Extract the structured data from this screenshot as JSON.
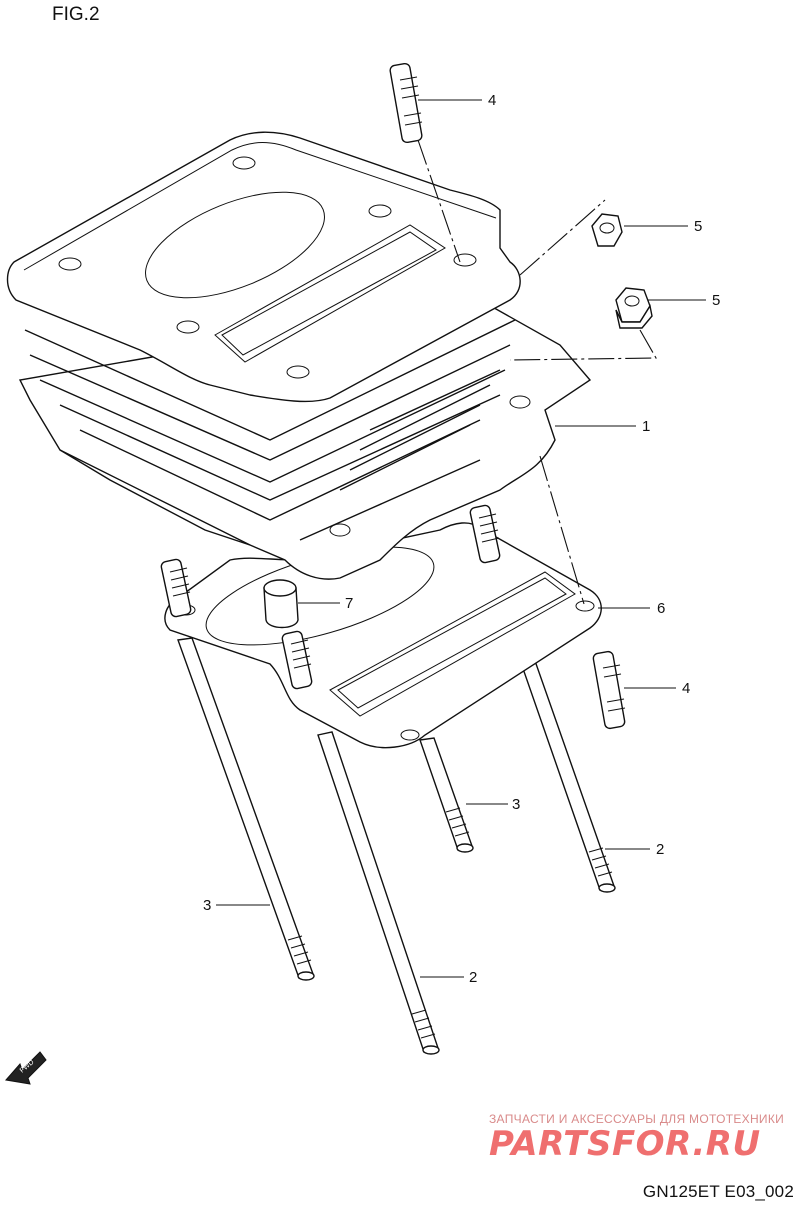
{
  "figure_title": "FIG.2",
  "footer_code": "GN125ET E03_002",
  "watermark": {
    "subtitle": "ЗАПЧАСТИ И АКСЕССУАРЫ ДЛЯ МОТОТЕХНИКИ",
    "logo": "PARTSFOR.RU"
  },
  "fwd_arrow_label": "FWD",
  "callouts": {
    "stud_top": "4",
    "nut_upper": "5",
    "nut_lower": "5",
    "cylinder": "1",
    "gasket": "6",
    "dowel": "7",
    "stud_right": "4",
    "bolt_center": "3",
    "bolt_right": "2",
    "bolt_left": "3",
    "bolt_bottom": "2"
  }
}
